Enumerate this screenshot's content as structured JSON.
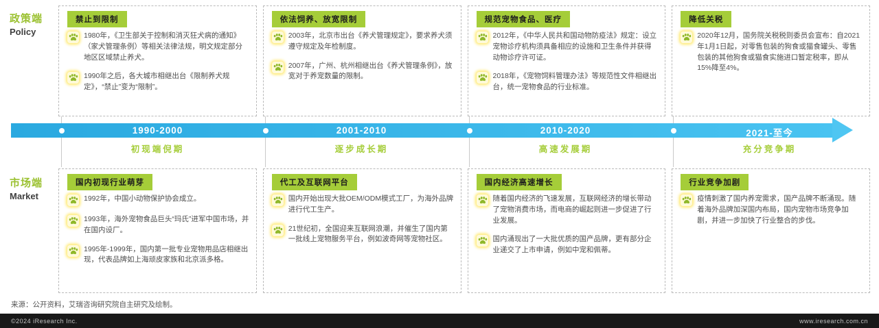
{
  "colors": {
    "accent_green": "#a5cd39",
    "timeline_blue": "#29abe2"
  },
  "policy": {
    "label_cn": "政策端",
    "label_en": "Policy",
    "columns": [
      {
        "badge": "禁止到限制",
        "items": [
          "1980年，《卫生部关于控制和消灭狂犬病的通知》（家犬管理条例）等相关法律法规，明文规定部分地区区域禁止养犬。",
          "1990年之后，各大城市相继出台《限制养犬规定》，“禁止”变为“限制”。"
        ]
      },
      {
        "badge": "依法饲养、放宽限制",
        "items": [
          "2003年，北京市出台《养犬管理规定》，要求养犬须遵守规定及年检制度。",
          "2007年，广州、杭州相继出台《养犬管理条例》，放宽对于养宠数量的限制。"
        ]
      },
      {
        "badge": "规范宠物食品、医疗",
        "items": [
          "2012年，《中华人民共和国动物防疫法》规定：设立宠物诊疗机构须具备相应的设施和卫生条件并获得动物诊疗许可证。",
          "2018年，《宠物饲料管理办法》等规范性文件相继出台，统一宠物食品的行业标准。"
        ]
      },
      {
        "badge": "降低关税",
        "items": [
          "2020年12月，国务院关税税则委员会宣布：自2021年1月1日起，对零售包装的狗食或猫食罐头、零售包装的其他狗食或猫食实施进口暂定税率，即从15%降至4%。"
        ]
      }
    ]
  },
  "timeline": {
    "periods": [
      {
        "range": "1990-2000",
        "phase": "初现端倪期"
      },
      {
        "range": "2001-2010",
        "phase": "逐步成长期"
      },
      {
        "range": "2010-2020",
        "phase": "高速发展期"
      },
      {
        "range": "2021-至今",
        "phase": "充分竞争期"
      }
    ]
  },
  "market": {
    "label_cn": "市场端",
    "label_en": "Market",
    "columns": [
      {
        "badge": "国内初现行业萌芽",
        "items": [
          "1992年，中国小动物保护协会成立。",
          "1993年，海外宠物食品巨头“玛氏”进军中国市场，并在国内设厂。",
          "1995年-1999年，国内第一批专业宠物用品店相继出现，代表品牌如上海顽皮家族和北京派多格。"
        ]
      },
      {
        "badge": "代工及互联网平台",
        "items": [
          "国内开始出现大批OEM/ODM模式工厂，为海外品牌进行代工生产。",
          "21世纪初，全国迎来互联网浪潮，并催生了国内第一批线上宠物服务平台，例如波奇网等宠物社区。"
        ]
      },
      {
        "badge": "国内经济高速增长",
        "items": [
          "随着国内经济的飞速发展，互联网经济的增长带动了宠物消费市场，而电商的崛起则进一步促进了行业发展。",
          "国内涌现出了一大批优质的国产品牌，更有部分企业递交了上市申请，例如中宠和佩蒂。"
        ]
      },
      {
        "badge": "行业竞争加剧",
        "items": [
          "疫情刺激了国内养宠需求，国产品牌不断涌现。随着海外品牌加深国内布局，国内宠物市场竞争加剧，并进一步加快了行业整合的步伐。"
        ]
      }
    ]
  },
  "footer": {
    "source_note": "来源：公开资料，艾瑞咨询研究院自主研究及绘制。",
    "copyright": "©2024 iResearch Inc.",
    "website": "www.iresearch.com.cn"
  }
}
